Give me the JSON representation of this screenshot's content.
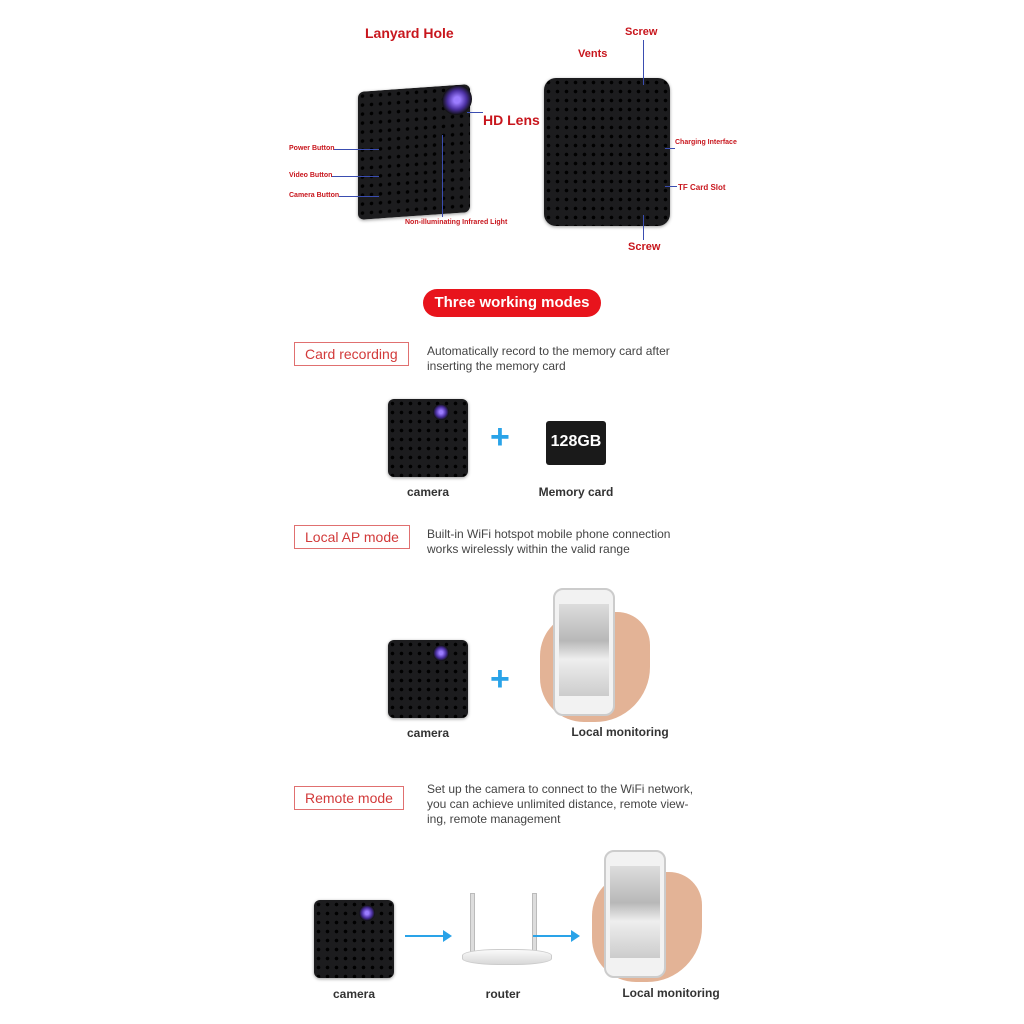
{
  "top_labels": {
    "lanyard_hole": "Lanyard Hole",
    "hd_lens": "HD Lens",
    "power_button": "Power Button",
    "video_button": "Video Button",
    "camera_button": "Camera Button",
    "infrared": "Non-illuminating Infrared Light",
    "screw_top": "Screw",
    "vents": "Vents",
    "charging": "Charging Interface",
    "tf_slot": "TF Card Slot",
    "screw_bottom": "Screw"
  },
  "title": "Three working modes",
  "modes": [
    {
      "name": "Card recording",
      "desc": "Automatically record to the memory card after inserting the memory card",
      "captions": [
        "camera",
        "Memory card"
      ],
      "card_label": "128GB"
    },
    {
      "name": "Local AP mode",
      "desc": "Built-in WiFi hotspot mobile phone connection works wirelessly within the valid range",
      "captions": [
        "camera",
        "Local monitoring"
      ]
    },
    {
      "name": "Remote mode",
      "desc": "Set up the camera to connect to the WiFi network, you can achieve unlimited distance, remote view-ing, remote management",
      "captions": [
        "camera",
        "router",
        "Local monitoring"
      ]
    }
  ],
  "colors": {
    "accent_red": "#c8161d",
    "arrow_blue": "#2aa3e8"
  }
}
